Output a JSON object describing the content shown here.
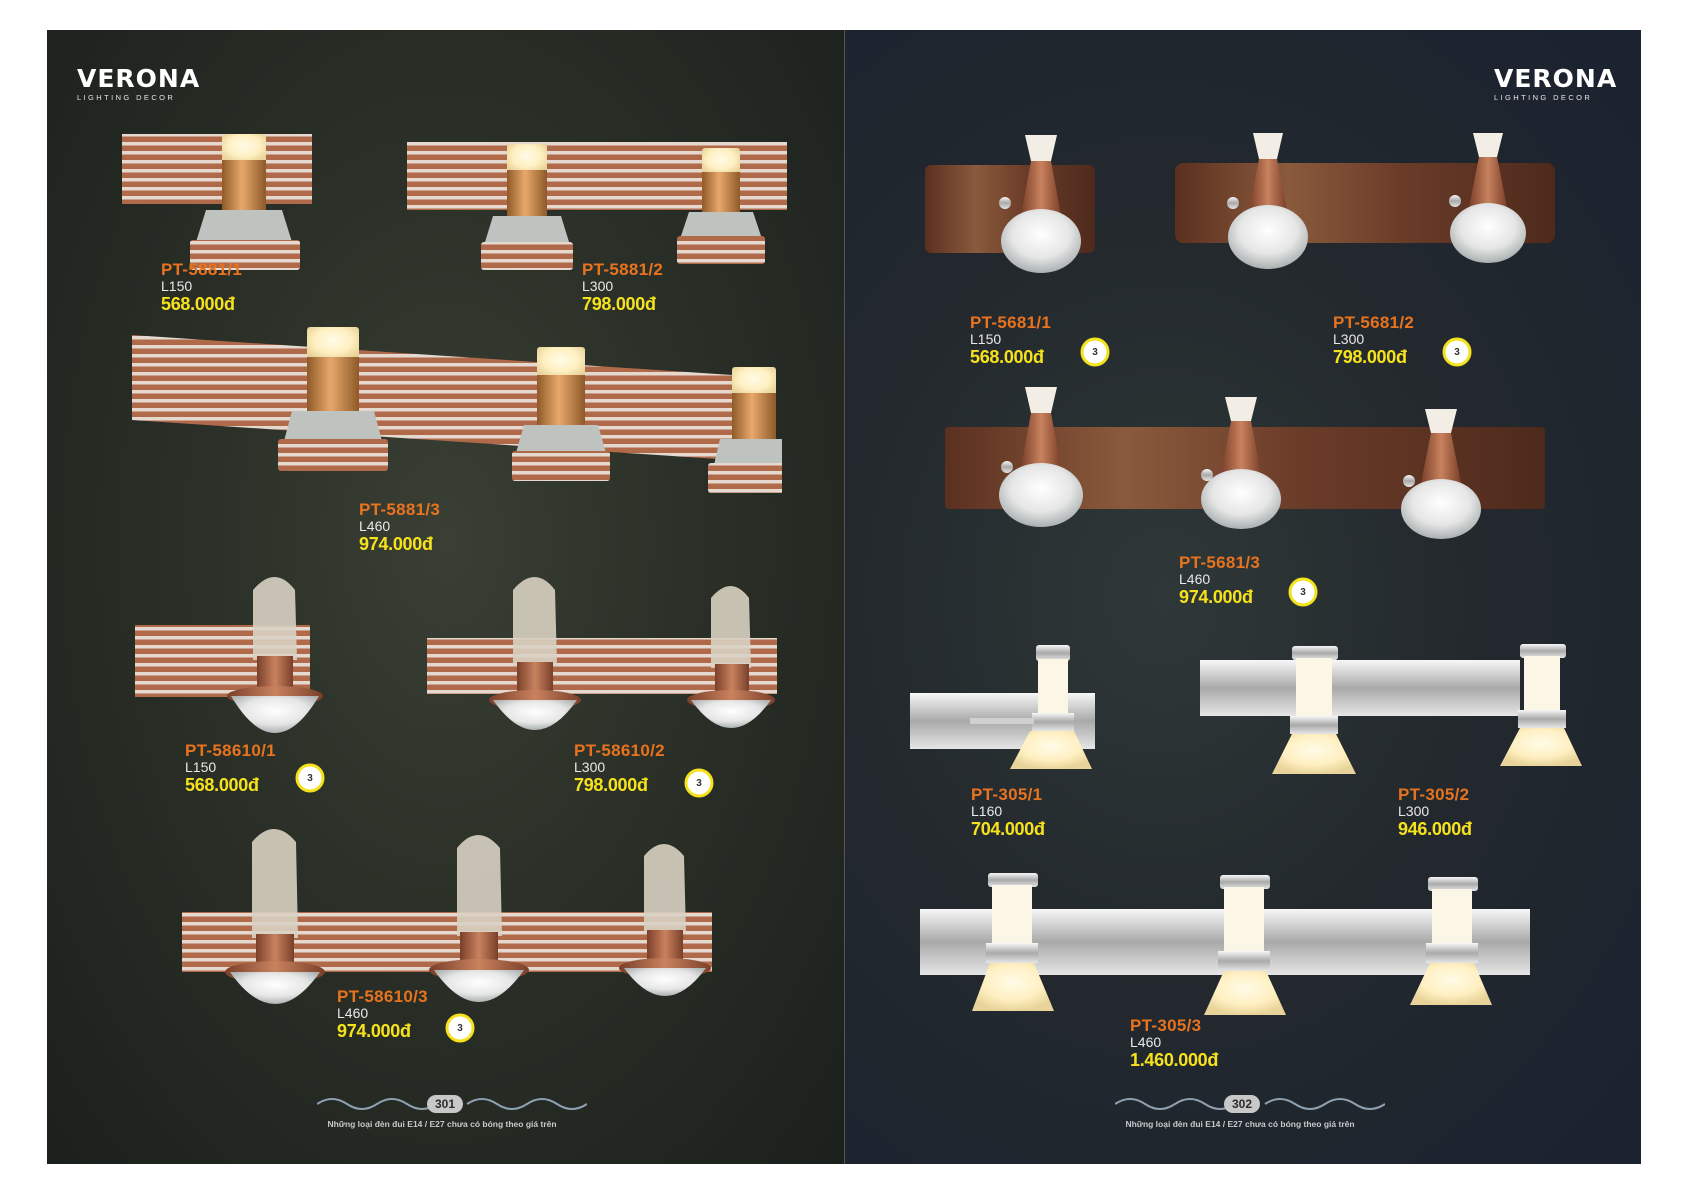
{
  "brand": {
    "name": "VERONA",
    "tagline": "LIGHTING DECOR"
  },
  "left_page": {
    "products": [
      {
        "code": "PT-5881/1",
        "length": "L150",
        "price": "568.000đ"
      },
      {
        "code": "PT-5881/2",
        "length": "L300",
        "price": "798.000đ"
      },
      {
        "code": "PT-5881/3",
        "length": "L460",
        "price": "974.000đ"
      },
      {
        "code": "PT-58610/1",
        "length": "L150",
        "price": "568.000đ"
      },
      {
        "code": "PT-58610/2",
        "length": "L300",
        "price": "798.000đ"
      },
      {
        "code": "PT-58610/3",
        "length": "L460",
        "price": "974.000đ"
      }
    ],
    "page_number": "301",
    "footer_note": "Những loại đèn đui E14 / E27 chưa có bóng theo giá trên"
  },
  "right_page": {
    "products": [
      {
        "code": "PT-5681/1",
        "length": "L150",
        "price": "568.000đ"
      },
      {
        "code": "PT-5681/2",
        "length": "L300",
        "price": "798.000đ"
      },
      {
        "code": "PT-5681/3",
        "length": "L460",
        "price": "974.000đ"
      },
      {
        "code": "PT-305/1",
        "length": "L160",
        "price": "704.000đ"
      },
      {
        "code": "PT-305/2",
        "length": "L300",
        "price": "946.000đ"
      },
      {
        "code": "PT-305/3",
        "length": "L460",
        "price": "1.460.000đ"
      }
    ],
    "page_number": "302",
    "footer_note": "Những loại đèn đui E14 / E27 chưa có bóng theo giá trên"
  },
  "warranty_badge": {
    "label": "3",
    "icon": "three-mode-light-icon"
  },
  "colors": {
    "code": "#e8731f",
    "price": "#f6e21c",
    "copper": "#b06a4a"
  }
}
